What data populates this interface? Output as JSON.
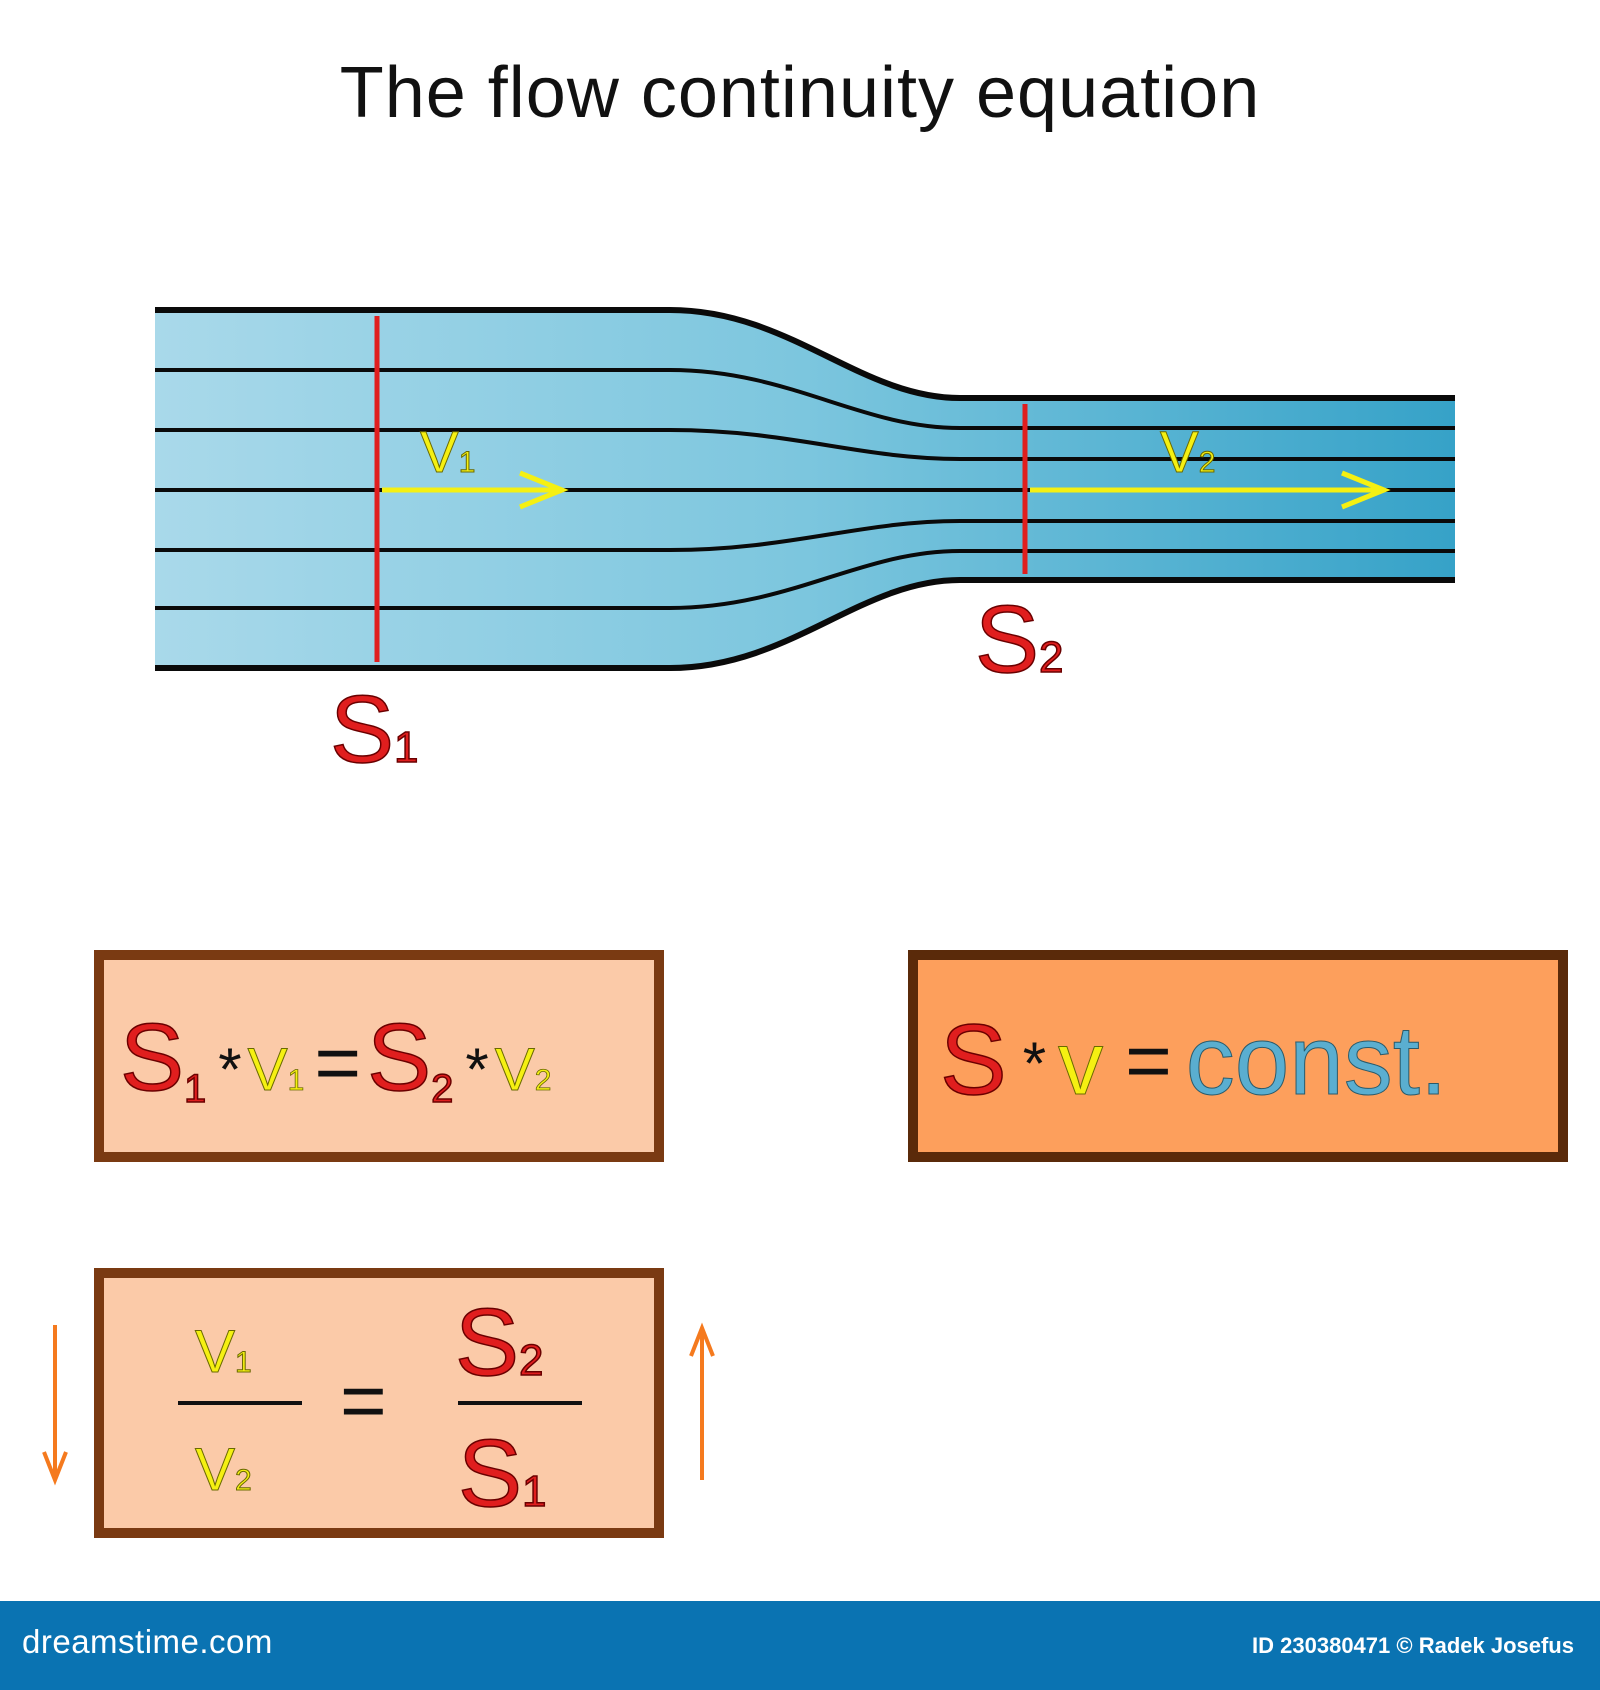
{
  "title": "The flow continuity equation",
  "labels": {
    "v1": "V",
    "v1_sub": "1",
    "v2": "V",
    "v2_sub": "2",
    "s1": "S",
    "s1_sub": "1",
    "s2": "S",
    "s2_sub": "2"
  },
  "equation_products": {
    "s1": "S",
    "s1_sub": "1",
    "times": "*",
    "v1": "V",
    "v1_sub": "1",
    "equals": "=",
    "s2": "S",
    "s2_sub": "2",
    "v2": "V",
    "v2_sub": "2"
  },
  "equation_const": {
    "s": "S",
    "times": "*",
    "v": "v",
    "equals": "=",
    "const": "const."
  },
  "equation_ratio": {
    "num_left": "V",
    "num_left_sub": "1",
    "den_left": "V",
    "den_left_sub": "2",
    "equals": "=",
    "num_right": "S",
    "num_right_sub": "2",
    "den_right": "S",
    "den_right_sub": "1"
  },
  "colors": {
    "area_red": "#e01e1e",
    "velocity_yellow": "#f5f012",
    "const_blue": "#5aaed0",
    "box_border": "#7a3a12",
    "box_fill_light": "#fbcaa8",
    "box_fill_orange": "#fd9f5c",
    "arrow_orange": "#f57a1e",
    "footer_blue": "#0a73b2"
  },
  "footer": {
    "brand": "dreamstime.com",
    "credit": "ID 230380471 © Radek Josefus"
  }
}
